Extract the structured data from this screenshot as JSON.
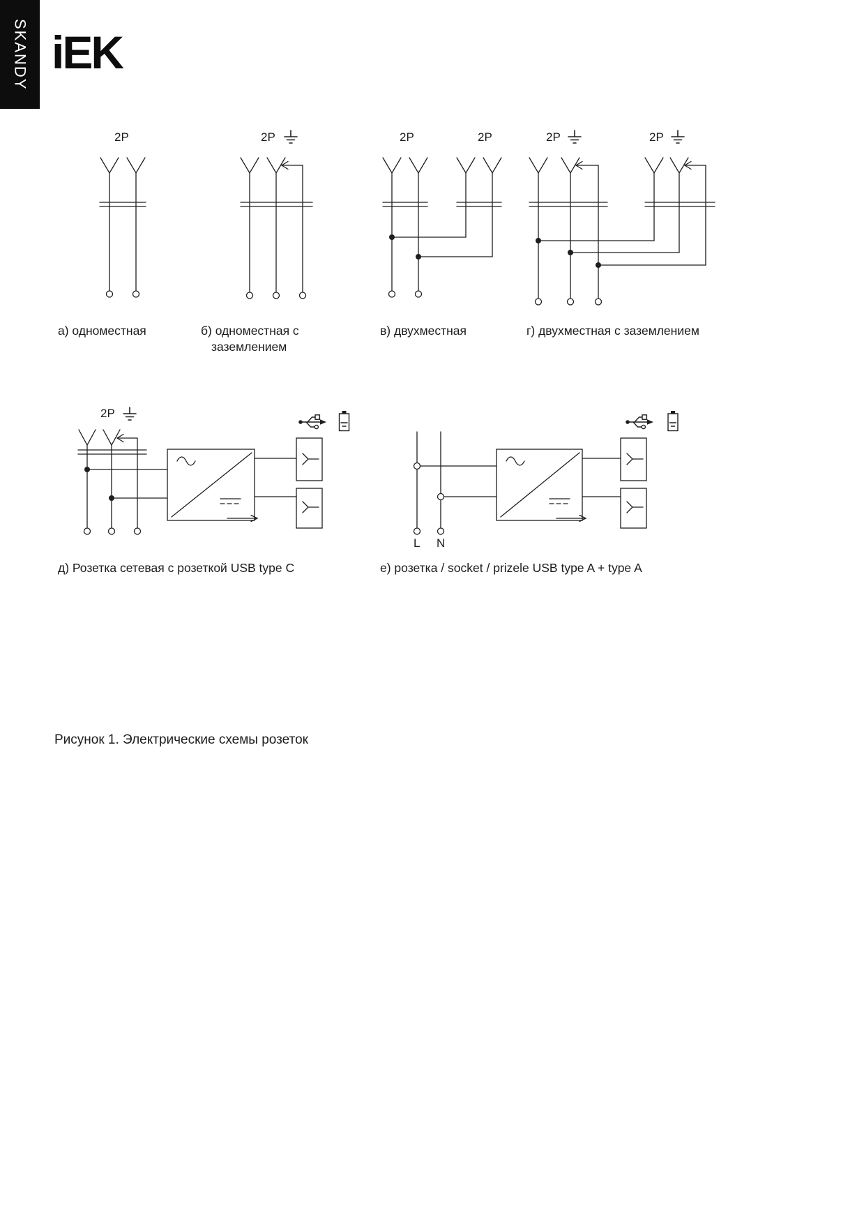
{
  "header": {
    "sidebar_label": "SKANDY",
    "logo_text": "iEK"
  },
  "diagrams": {
    "a": {
      "pole_label": "2P",
      "caption": "а) одноместная"
    },
    "b": {
      "pole_label": "2P",
      "caption_line1": "б) одноместная с",
      "caption_line2": "заземлением"
    },
    "v": {
      "pole_label_left": "2P",
      "pole_label_right": "2P",
      "caption": "в) двухместная"
    },
    "g": {
      "pole_label_left": "2P",
      "pole_label_right": "2P",
      "caption": "г) двухместная с заземлением"
    },
    "d": {
      "pole_label": "2P",
      "caption": "д) Розетка сетевая с розеткой USB type C"
    },
    "e": {
      "terminal_l": "L",
      "terminal_n": "N",
      "caption": "е) розетка / socket / prizele USB type A + type A"
    }
  },
  "figure": {
    "caption": "Рисунок 1. Электрические схемы розеток"
  }
}
